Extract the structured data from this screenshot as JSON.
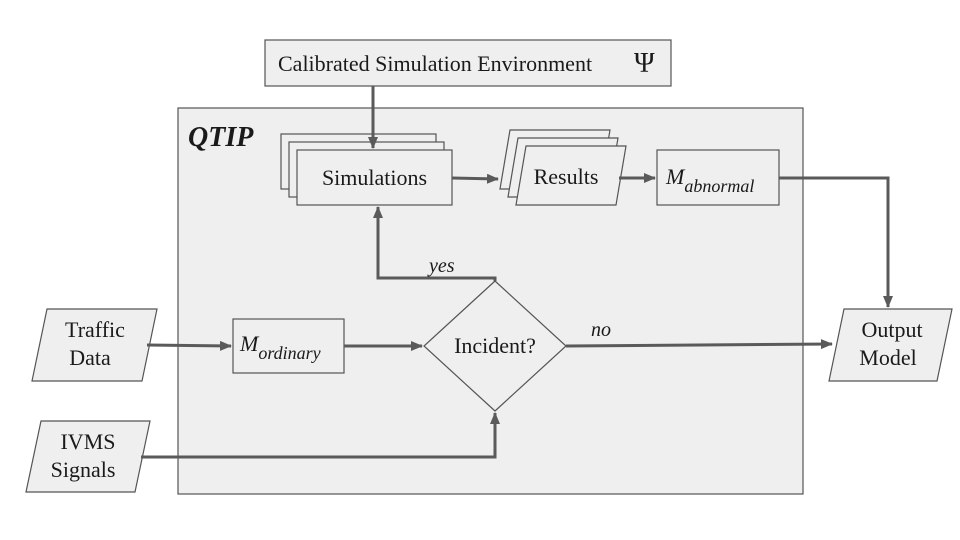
{
  "environment": {
    "label": "Calibrated Simulation Environment",
    "symbol": "Ψ"
  },
  "framework": {
    "label": "QTIP"
  },
  "nodes": {
    "simulations": "Simulations",
    "results": "Results",
    "m_abnormal": {
      "base": "M",
      "sub": "abnormal"
    },
    "m_ordinary": {
      "base": "M",
      "sub": "ordinary"
    },
    "incident": "Incident?",
    "traffic_data": [
      "Traffic",
      "Data"
    ],
    "ivms_signals": [
      "IVMS",
      "Signals"
    ],
    "output_model": [
      "Output",
      "Model"
    ]
  },
  "edge_labels": {
    "yes": "yes",
    "no": "no"
  },
  "colors": {
    "fill": "#efefef",
    "stroke": "#555555",
    "arrow": "#5a5a5a",
    "text": "#1a1a1a"
  }
}
